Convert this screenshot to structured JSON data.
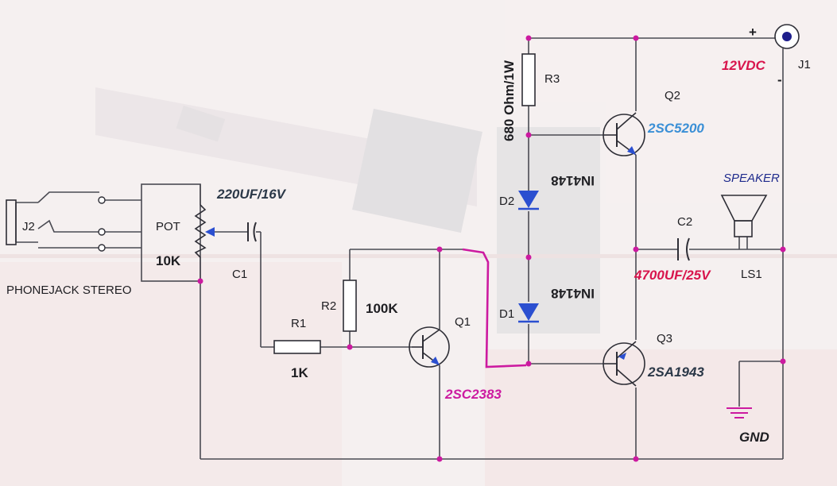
{
  "labels": {
    "j2": "J2",
    "phonejack": "PHONEJACK STEREO",
    "pot": "POT",
    "pot_value": "10K",
    "c1": "C1",
    "c1_value": "220UF/16V",
    "r1": "R1",
    "r1_value": "1K",
    "r2": "R2",
    "r2_value": "100K",
    "q1": "Q1",
    "q1_part": "2SC2383",
    "r3": "R3",
    "r3_value": "680 Ohm/1W",
    "d2": "D2",
    "d1": "D1",
    "diode_part_top": "IN4148",
    "diode_part_bottom": "IN4148",
    "q2": "Q2",
    "q2_part": "2SC5200",
    "q3": "Q3",
    "q3_part": "2SA1943",
    "c2": "C2",
    "c2_value": "4700UF/25V",
    "speaker": "SPEAKER",
    "ls1": "LS1",
    "j1": "J1",
    "supply": "12VDC",
    "plus": "+",
    "minus": "-",
    "gnd": "GND"
  },
  "colors": {
    "magenta": "#cc1aa0",
    "blue": "#3a8fd6",
    "red": "#d8144c",
    "navy": "#2b3848",
    "wire": "#4a4a52"
  }
}
